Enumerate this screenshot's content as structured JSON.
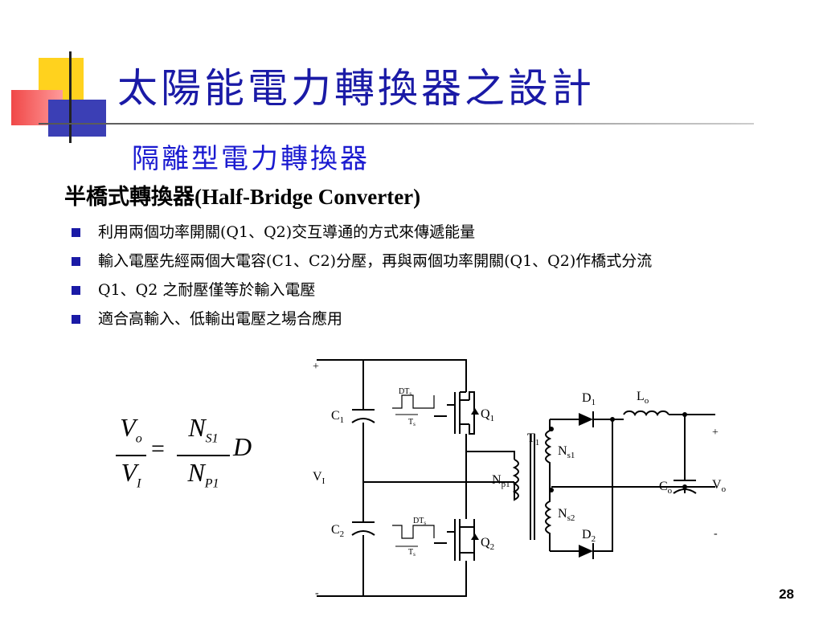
{
  "title": "太陽能電力轉換器之設計",
  "subtitle": "隔離型電力轉換器",
  "section": {
    "zh": "半橋式轉換器",
    "en": "(Half-Bridge Converter)"
  },
  "bullets": [
    "利用兩個功率開關(Q1、Q2)交互導通的方式來傳遞能量",
    "輸入電壓先經兩個大電容(C1、C2)分壓，再與兩個功率開關(Q1、Q2)作橋式分流",
    "Q1、Q2 之耐壓僅等於輸入電壓",
    "適合高輸入、低輸出電壓之場合應用"
  ],
  "formula": {
    "num1": "V",
    "num1_sub": "o",
    "den1": "V",
    "den1_sub": "I",
    "eq": "=",
    "num2": "N",
    "num2_sub": "S1",
    "den2": "N",
    "den2_sub": "P1",
    "mult": "D"
  },
  "circuit": {
    "plus_in": "+",
    "minus_in": "-",
    "c1": "C",
    "c1_sub": "1",
    "c2": "C",
    "c2_sub": "2",
    "vi": "V",
    "vi_sub": "I",
    "q1": "Q",
    "q1_sub": "1",
    "q2": "Q",
    "q2_sub": "2",
    "dts": "DT",
    "dts_sub": "s",
    "ts": "T",
    "ts_sub": "s",
    "t1": "T",
    "t1_sub": "1",
    "np1": "N",
    "np1_sub": "p1",
    "ns1": "N",
    "ns1_sub": "s1",
    "ns2": "N",
    "ns2_sub": "s2",
    "d1": "D",
    "d1_sub": "1",
    "d2": "D",
    "d2_sub": "2",
    "lo": "L",
    "lo_sub": "o",
    "co": "C",
    "co_sub": "o",
    "vo": "V",
    "vo_sub": "o",
    "plus_out": "+",
    "minus_out": "-"
  },
  "page_number": "28",
  "colors": {
    "title": "#1a1aa6",
    "subtitle": "#1a1ad0",
    "bullet_marker": "#1a1aa6"
  }
}
